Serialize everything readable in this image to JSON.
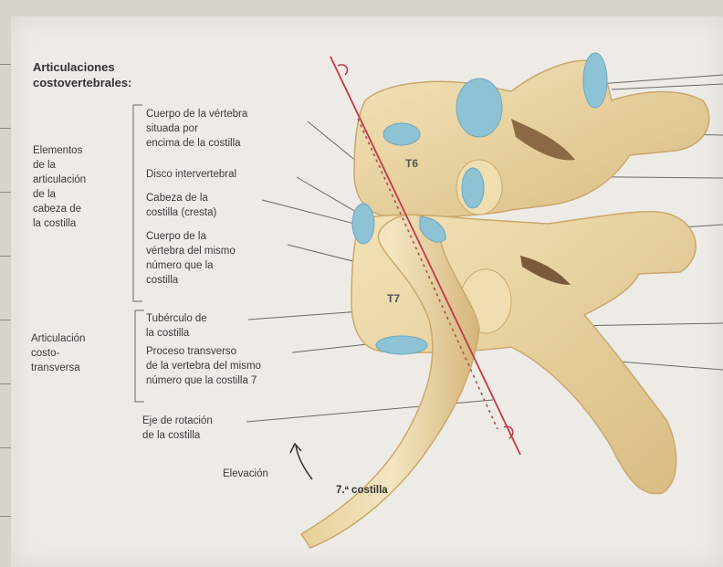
{
  "title_line1": "Articulaciones",
  "title_line2": "costovertebrales:",
  "group_head": [
    "Elementos",
    "de la",
    "articulación",
    "de la",
    "cabeza de",
    "la costilla"
  ],
  "group_trans": [
    "Articulación",
    "costo-",
    "transversa"
  ],
  "labels": {
    "body_above": [
      "Cuerpo de la vértebra",
      "situada por",
      "encima de la costilla"
    ],
    "disc": "Disco intervertebral",
    "head_crest": [
      "Cabeza de la",
      "costilla (cresta)"
    ],
    "body_same": [
      "Cuerpo de la",
      "vértebra del mismo",
      "número que la",
      "costilla"
    ],
    "tubercle": [
      "Tubérculo de",
      "la costilla"
    ],
    "transverse": [
      "Proceso transverso",
      "de la vertebra del mismo",
      "número que la costilla 7"
    ],
    "axis": [
      "Eje de rotación",
      "de la costilla"
    ],
    "elevation": "Elevación",
    "rib7": "7.ª costilla"
  },
  "vertebrae": {
    "t6": "T6",
    "t7": "T7"
  },
  "colors": {
    "bone": "#ecd9a8",
    "bone_shadow": "#c9a86a",
    "cartilage": "#8ec3d6",
    "axis": "#c0394b"
  }
}
